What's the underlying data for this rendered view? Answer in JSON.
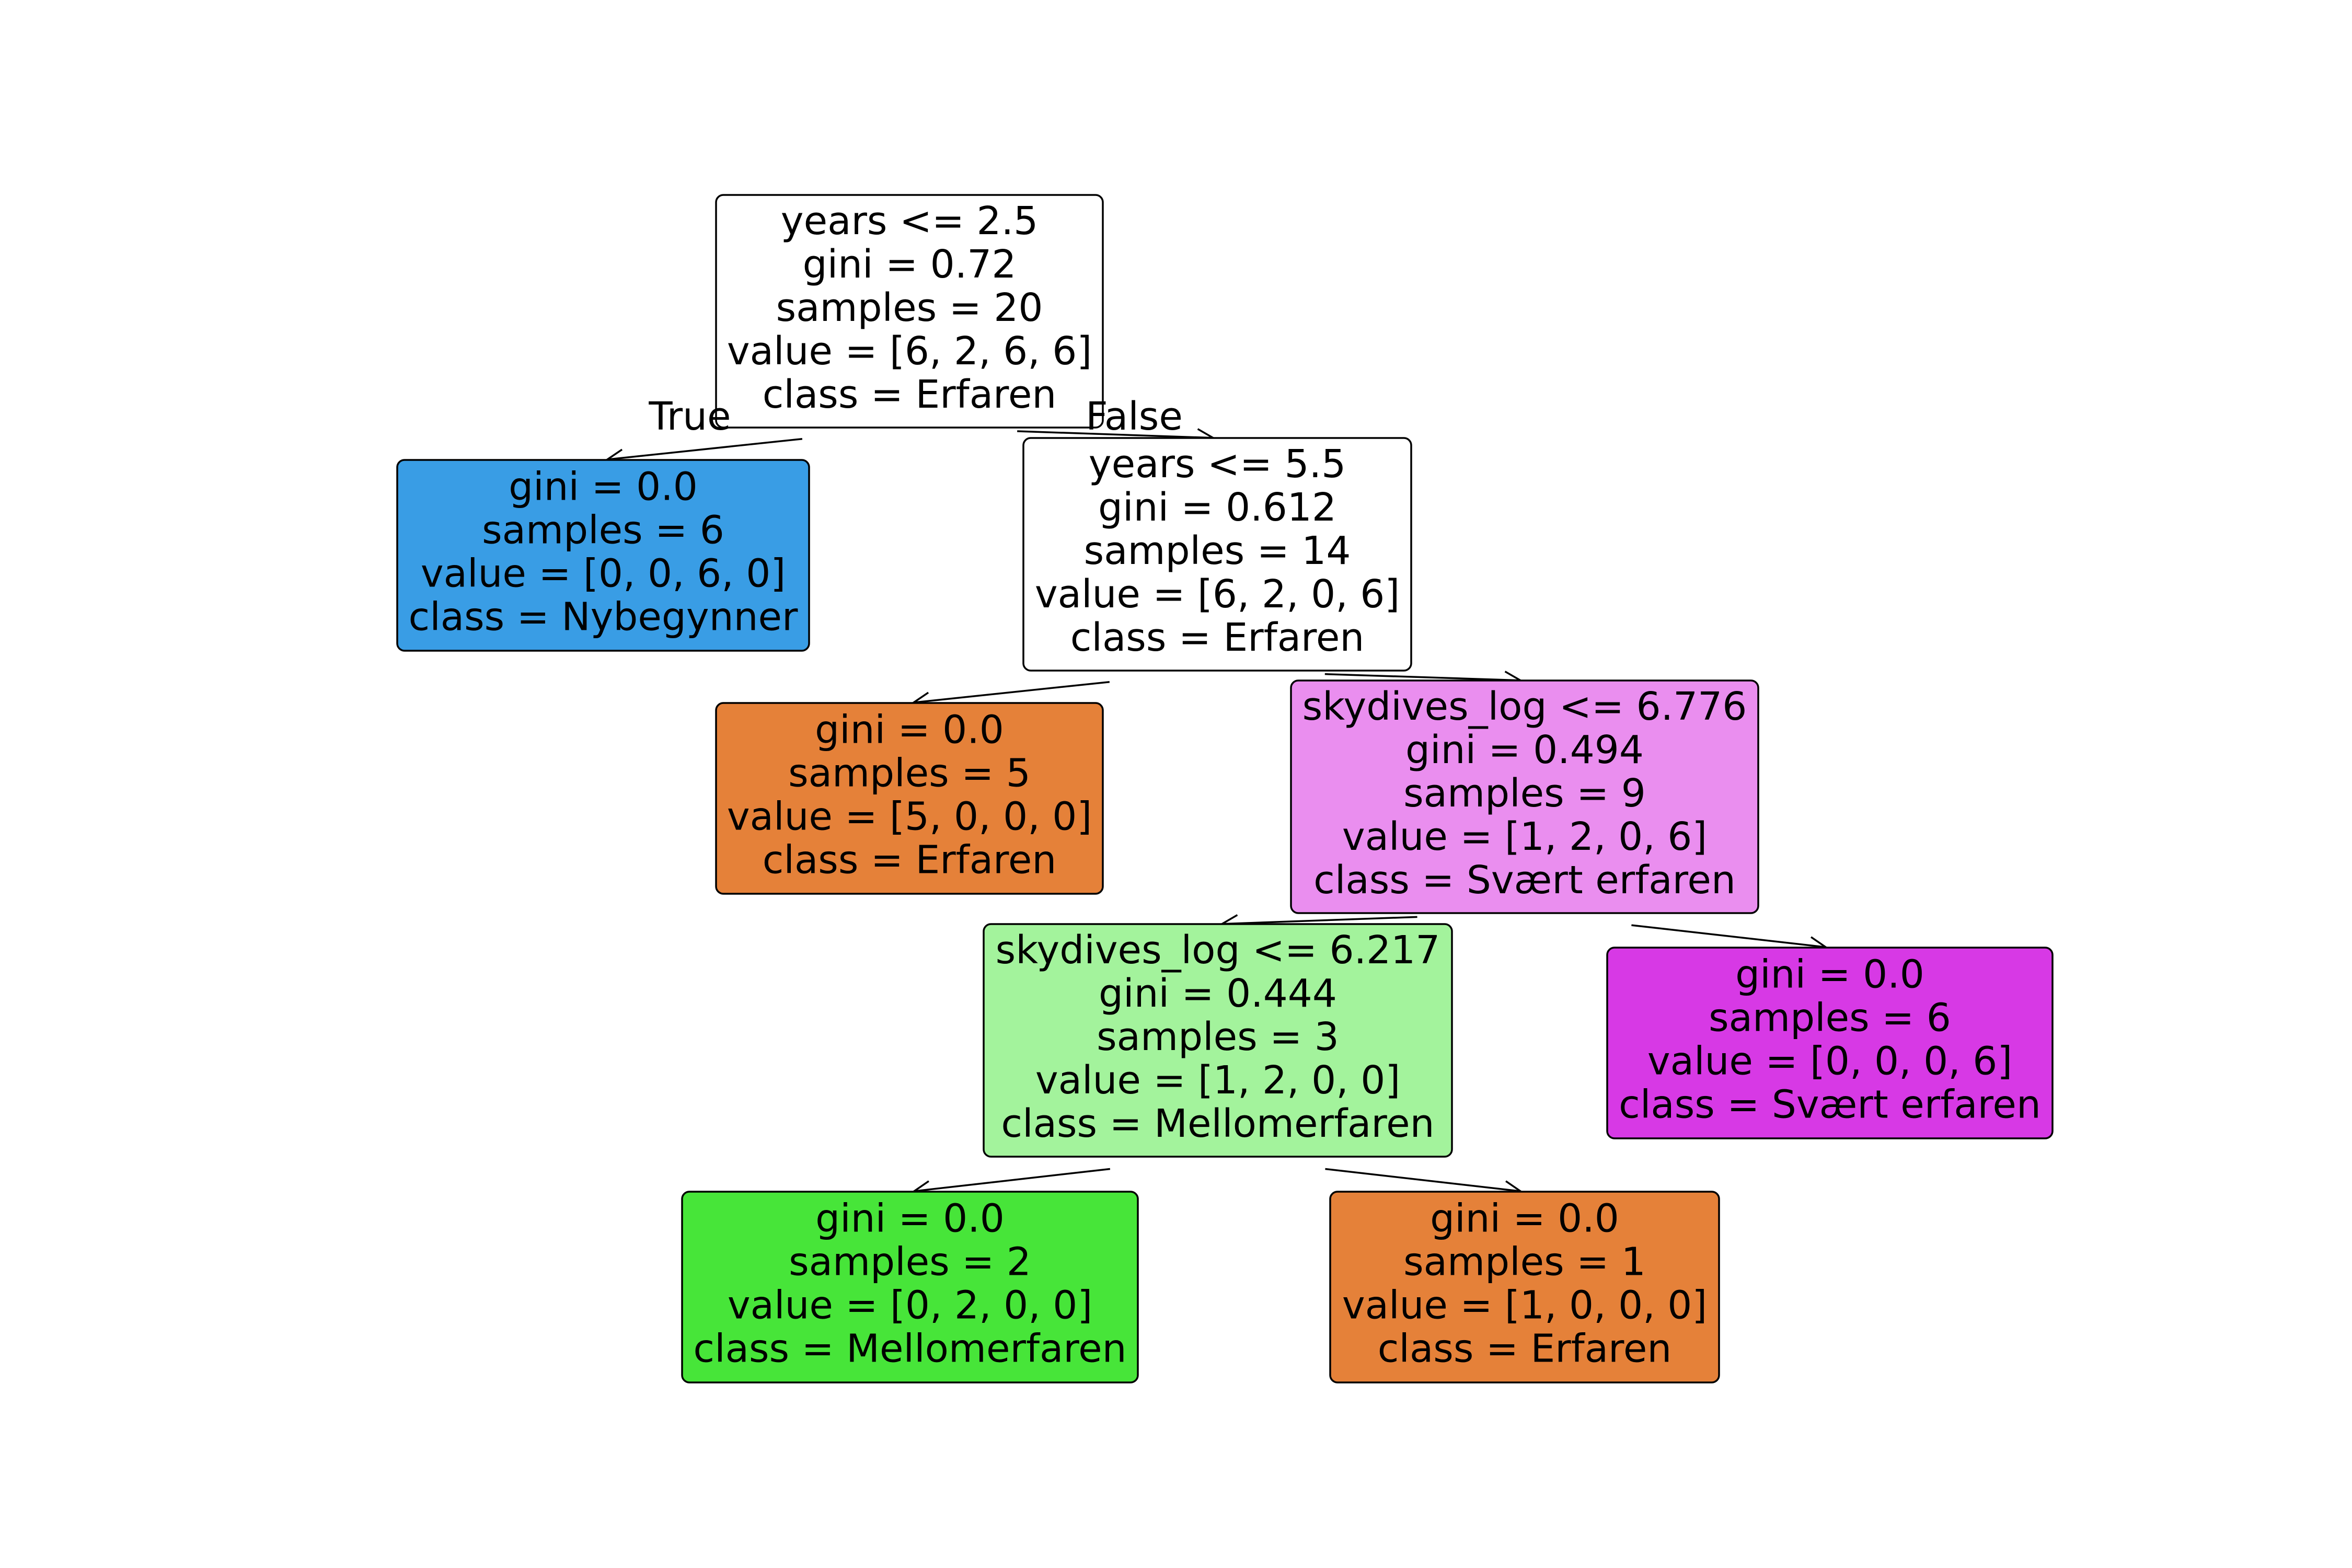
{
  "tree": {
    "nodes": [
      {
        "id": "root",
        "lines": [
          "years <= 2.5",
          "gini = 0.72",
          "samples = 20",
          "value = [6, 2, 6, 6]",
          "class = Erfaren"
        ],
        "fill": "#ffffff"
      },
      {
        "id": "n1",
        "lines": [
          "gini = 0.0",
          "samples = 6",
          "value = [0, 0, 6, 0]",
          "class = Nybegynner"
        ],
        "fill": "#399de5"
      },
      {
        "id": "n2",
        "lines": [
          "years <= 5.5",
          "gini = 0.612",
          "samples = 14",
          "value = [6, 2, 0, 6]",
          "class = Erfaren"
        ],
        "fill": "#ffffff"
      },
      {
        "id": "n3",
        "lines": [
          "gini = 0.0",
          "samples = 5",
          "value = [5, 0, 0, 0]",
          "class = Erfaren"
        ],
        "fill": "#e58139"
      },
      {
        "id": "n4",
        "lines": [
          "skydives_log <= 6.776",
          "gini = 0.494",
          "samples = 9",
          "value = [1, 2, 0, 6]",
          "class = Svært erfaren"
        ],
        "fill": "#ea8eef"
      },
      {
        "id": "n5",
        "lines": [
          "skydives_log <= 6.217",
          "gini = 0.444",
          "samples = 3",
          "value = [1, 2, 0, 0]",
          "class = Mellomerfaren"
        ],
        "fill": "#a3f39c"
      },
      {
        "id": "n6",
        "lines": [
          "gini = 0.0",
          "samples = 6",
          "value = [0, 0, 0, 6]",
          "class = Svært erfaren"
        ],
        "fill": "#d739e5"
      },
      {
        "id": "n7",
        "lines": [
          "gini = 0.0",
          "samples = 2",
          "value = [0, 2, 0, 0]",
          "class = Mellomerfaren"
        ],
        "fill": "#47e539"
      },
      {
        "id": "n8",
        "lines": [
          "gini = 0.0",
          "samples = 1",
          "value = [1, 0, 0, 0]",
          "class = Erfaren"
        ],
        "fill": "#e58139"
      }
    ],
    "edges": [
      {
        "from": "root",
        "to": "n1",
        "label": "True"
      },
      {
        "from": "root",
        "to": "n2",
        "label": "False"
      },
      {
        "from": "n2",
        "to": "n3",
        "label": ""
      },
      {
        "from": "n2",
        "to": "n4",
        "label": ""
      },
      {
        "from": "n4",
        "to": "n5",
        "label": ""
      },
      {
        "from": "n4",
        "to": "n6",
        "label": ""
      },
      {
        "from": "n5",
        "to": "n7",
        "label": ""
      },
      {
        "from": "n5",
        "to": "n8",
        "label": ""
      }
    ]
  }
}
